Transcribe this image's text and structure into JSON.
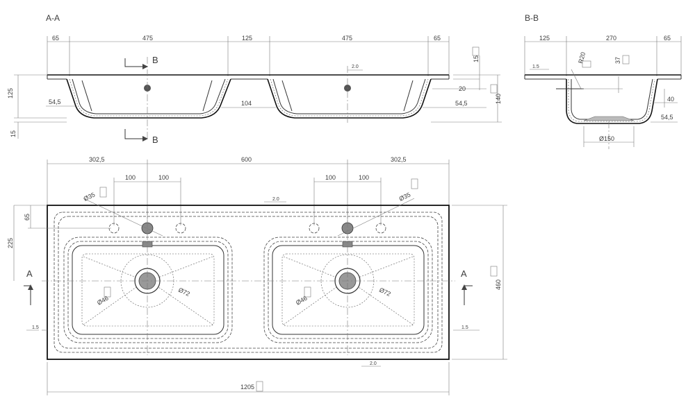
{
  "sections": {
    "aa_title": "A-A",
    "bb_title": "B-B"
  },
  "markers": {
    "b": "B",
    "a": "A"
  },
  "section_aa": {
    "top_dims": [
      "65",
      "475",
      "125",
      "475",
      "65"
    ],
    "flatness": "2.0",
    "right_dims": [
      "15",
      "20",
      "140",
      "54,5"
    ],
    "left_dims": [
      "125",
      "54,5",
      "15"
    ],
    "mid_dim": "104"
  },
  "section_bb": {
    "top_dims": [
      "125",
      "270",
      "65"
    ],
    "radius": "R20",
    "depth": "37",
    "flatness": "1.5",
    "right_dims": [
      "40",
      "54,5"
    ],
    "bottom_dim": "Ø150"
  },
  "plan": {
    "top_dims": [
      "302,5",
      "600",
      "302,5"
    ],
    "hole_spacing": [
      "100",
      "100",
      "100",
      "100"
    ],
    "hole_diam_left": "Ø35",
    "hole_diam_right": "Ø35",
    "flatness_top": "2.0",
    "flatness_bottom": "2.0",
    "left_dims": [
      "65",
      "225"
    ],
    "drain_inner": "Ø46",
    "drain_outer": "Ø72",
    "edge_left": "1.5",
    "edge_right": "1.5",
    "height_dim": "460",
    "width_dim": "1205"
  },
  "icons": [
    "tolerance-box-icon",
    "section-arrow-icon"
  ]
}
